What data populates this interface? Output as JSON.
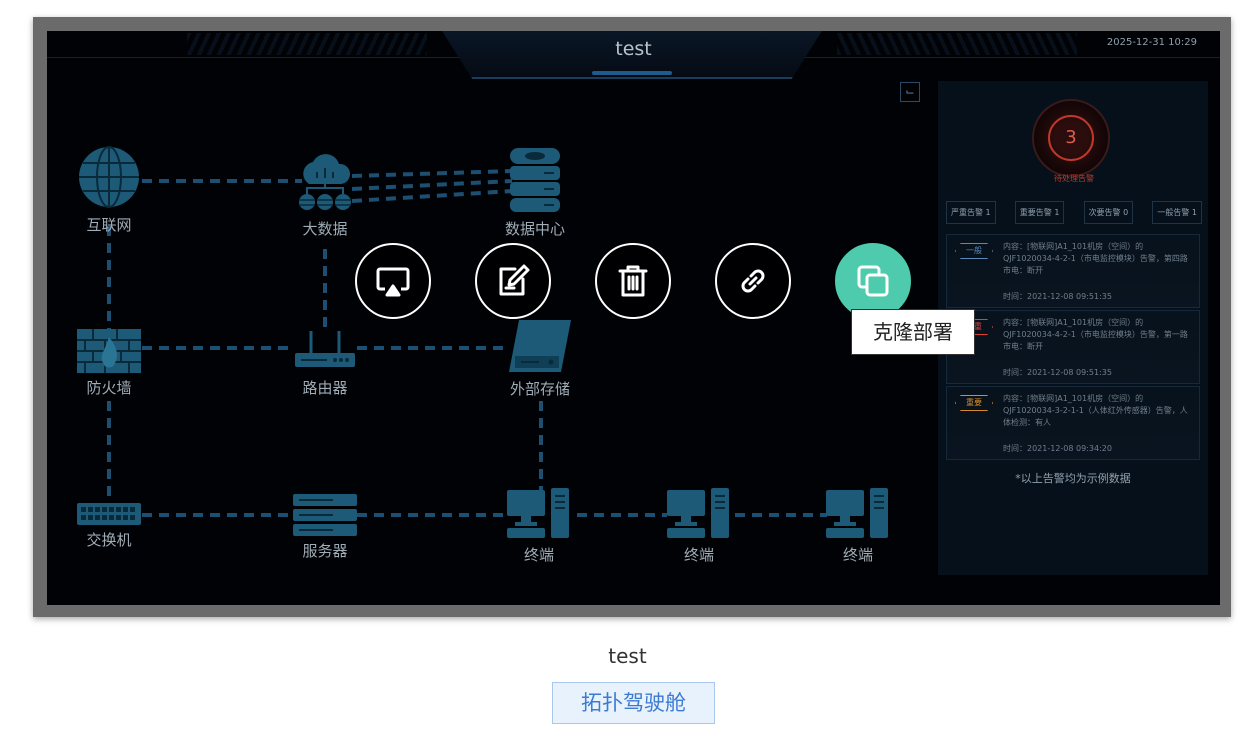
{
  "topology": {
    "title": "test",
    "datetime": "2025-12-31  10:29",
    "nodes": {
      "internet": "互联网",
      "bigdata": "大数据",
      "datacenter": "数据中心",
      "firewall": "防火墙",
      "router": "路由器",
      "storage": "外部存储",
      "switch": "交换机",
      "server": "服务器",
      "terminal_1": "终端",
      "terminal_2": "终端",
      "terminal_3": "终端"
    }
  },
  "alarm_panel": {
    "pending_count": "3",
    "pending_label": "待处理告警",
    "counts": [
      {
        "label": "严重告警",
        "value": "1"
      },
      {
        "label": "重要告警",
        "value": "1"
      },
      {
        "label": "次要告警",
        "value": "0"
      },
      {
        "label": "一般告警",
        "value": "1"
      }
    ],
    "alarms": [
      {
        "level": "一般",
        "level_color": "#5a88b8",
        "content": "内容：[物联网]A1_101机房（空间）的QJF1020034-4-2-1（市电监控模块）告警，第四路市电：断开",
        "time": "时间：2021-12-08 09:51:35"
      },
      {
        "level": "严重",
        "level_color": "#d9443a",
        "content": "内容：[物联网]A1_101机房（空间）的QJF1020034-4-2-1（市电监控模块）告警，第一路市电：断开",
        "time": "时间：2021-12-08 09:51:35"
      },
      {
        "level": "重要",
        "level_color": "#d98a2b",
        "content": "内容：[物联网]A1_101机房（空间）的QJF1020034-3-2-1-1（人体红外传感器）告警，人体检测：有人",
        "time": "时间：2021-12-08 09:34:20"
      }
    ],
    "note": "*以上告警均为示例数据"
  },
  "actions": {
    "icons": [
      "screen-cast-icon",
      "edit-icon",
      "trash-icon",
      "link-icon",
      "copy-icon"
    ],
    "active_color": "#4ecbad",
    "tooltip": "克隆部署"
  },
  "card": {
    "caption": "test",
    "tag": "拓扑驾驶舱"
  }
}
